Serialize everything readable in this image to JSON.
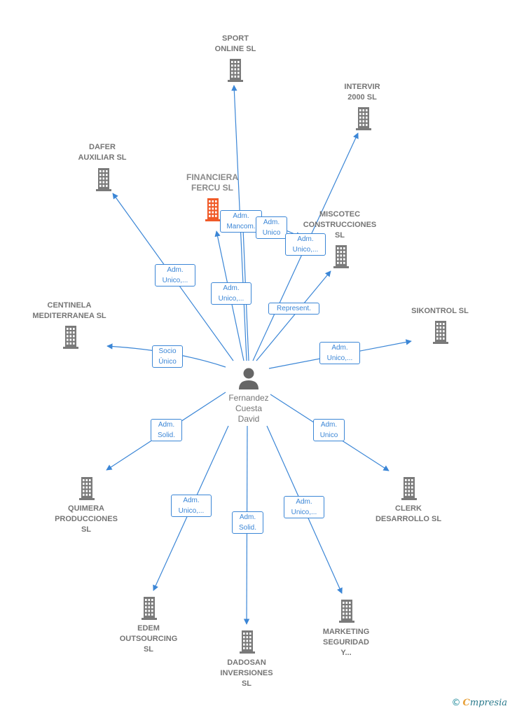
{
  "center": {
    "name": "Fernandez\nCuesta\nDavid"
  },
  "companies": [
    {
      "id": "sport",
      "name": "SPORT\nONLINE SL",
      "highlight": false
    },
    {
      "id": "intervir",
      "name": "INTERVIR\n2000  SL",
      "highlight": false
    },
    {
      "id": "dafer",
      "name": "DAFER\nAUXILIAR  SL",
      "highlight": false
    },
    {
      "id": "financiera",
      "name": "FINANCIERA\nFERCU  SL",
      "highlight": true
    },
    {
      "id": "miscotec",
      "name": "MISCOTEC\nCONSTRUCCIONES\nSL",
      "highlight": false
    },
    {
      "id": "centinela",
      "name": "CENTINELA\nMEDITERRANEA SL",
      "highlight": false
    },
    {
      "id": "sikontrol",
      "name": "SIKONTROL SL",
      "highlight": false
    },
    {
      "id": "quimera",
      "name": "QUIMERA\nPRODUCCIONES\nSL",
      "highlight": false
    },
    {
      "id": "clerk",
      "name": "CLERK\nDESARROLLO SL",
      "highlight": false
    },
    {
      "id": "edem",
      "name": "EDEM\nOUTSOURCING\nSL",
      "highlight": false
    },
    {
      "id": "dadosan",
      "name": "DADOSAN\nINVERSIONES\nSL",
      "highlight": false
    },
    {
      "id": "marketing",
      "name": "MARKETING\nSEGURIDAD\nY...",
      "highlight": false
    }
  ],
  "relations": [
    {
      "id": "r_financiera_mancom",
      "text": "Adm.\nMancom."
    },
    {
      "id": "r_intervir_unico",
      "text": "Adm.\nUnico"
    },
    {
      "id": "r_sport_unico",
      "text": "Adm.\nUnico,..."
    },
    {
      "id": "r_dafer_unico",
      "text": "Adm.\nUnico,..."
    },
    {
      "id": "r_financiera_unico",
      "text": "Adm.\nUnico,..."
    },
    {
      "id": "r_miscotec_represent",
      "text": "Represent."
    },
    {
      "id": "r_centinela_socio",
      "text": "Socio\nÚnico"
    },
    {
      "id": "r_sikontrol_unico",
      "text": "Adm.\nUnico,..."
    },
    {
      "id": "r_quimera_solid",
      "text": "Adm.\nSolid."
    },
    {
      "id": "r_clerk_unico",
      "text": "Adm.\nUnico"
    },
    {
      "id": "r_edem_unico",
      "text": "Adm.\nUnico,..."
    },
    {
      "id": "r_dadosan_solid",
      "text": "Adm.\nSolid."
    },
    {
      "id": "r_marketing_unico",
      "text": "Adm.\nUnico,..."
    }
  ],
  "colors": {
    "edge": "#3b86d6",
    "building": "#7a7a7a",
    "building_highlight": "#f05a28",
    "person": "#666666"
  },
  "footer": {
    "copyright": "©",
    "brand_first": "C",
    "brand_rest": "mpresia"
  }
}
